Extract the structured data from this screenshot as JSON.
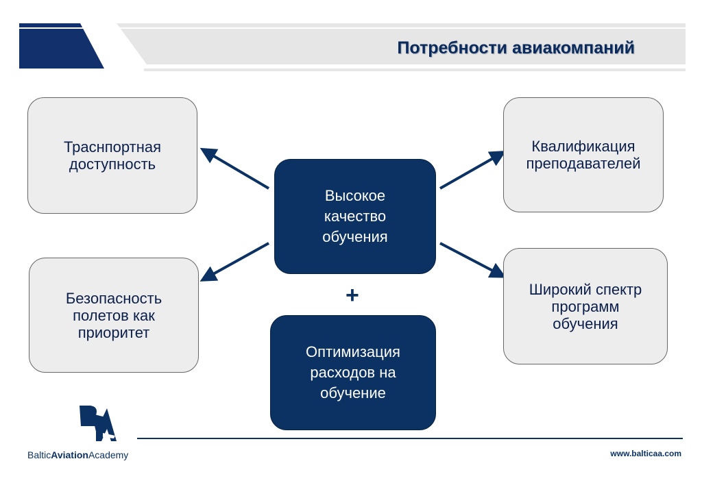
{
  "header": {
    "title": "Потребности авиакомпаний"
  },
  "center_box": {
    "label": "Высокое\nкачество\nобучения"
  },
  "bottom_box": {
    "label": "Оптимизация\nрасходов на\nобучение"
  },
  "plus_sign": "+",
  "boxes": {
    "top_left": "Траснпортная\nдоступность",
    "bottom_left": "Безопасность\nполетов как\nприоритет",
    "top_right": "Квалификация\nпреподавателей",
    "bottom_right": "Широкий спектр\nпрограмм\nобучения"
  },
  "footer": {
    "logo_part1": "Baltic",
    "logo_part2": "Aviation",
    "logo_part3": "Academy",
    "website": "www.balticaa.com"
  },
  "colors": {
    "navy": "#0b3262",
    "box_fill": "#ededed",
    "banner": "#e6e6e6"
  }
}
